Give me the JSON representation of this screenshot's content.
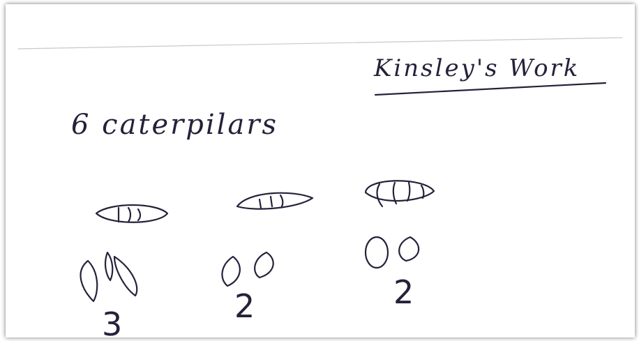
{
  "title": "Kinsley's Work",
  "problem_text": "6 caterpilars",
  "groups": [
    {
      "count": "3"
    },
    {
      "count": "2"
    },
    {
      "count": "2"
    }
  ]
}
